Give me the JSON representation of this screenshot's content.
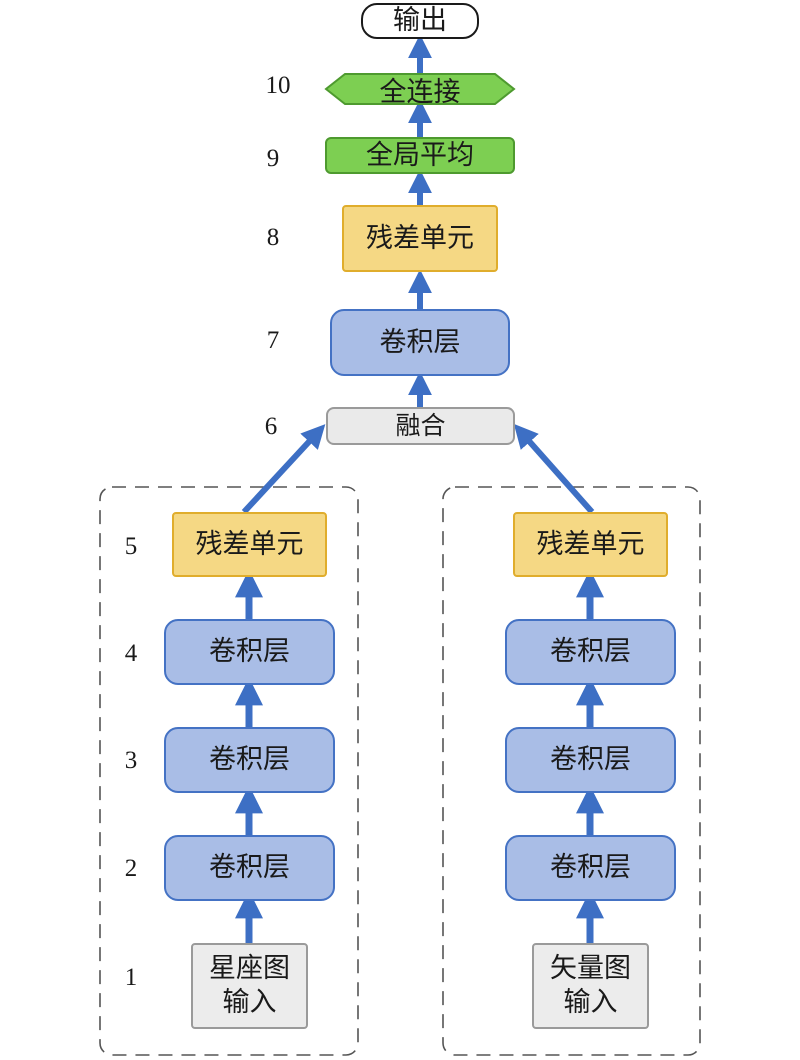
{
  "layer_numbers": [
    "1",
    "2",
    "3",
    "4",
    "5",
    "6",
    "7",
    "8",
    "9",
    "10"
  ],
  "left_branch": {
    "input_line1": "星座图",
    "input_line2": "输入",
    "conv1": "卷积层",
    "conv2": "卷积层",
    "conv3": "卷积层",
    "residual": "残差单元"
  },
  "right_branch": {
    "input_line1": "矢量图",
    "input_line2": "输入",
    "conv1": "卷积层",
    "conv2": "卷积层",
    "conv3": "卷积层",
    "residual": "残差单元"
  },
  "fusion": "融合",
  "trunk": {
    "conv": "卷积层",
    "residual": "残差单元",
    "global_avg": "全局平均",
    "fully_connected": "全连接",
    "output": "输出"
  },
  "colors": {
    "conv_fill": "#a9bde6",
    "conv_border": "#4472c4",
    "residual_fill": "#f5d884",
    "green_fill": "#7dcf52",
    "arrow": "#3d6fc4",
    "dashed_border": "#555555"
  }
}
